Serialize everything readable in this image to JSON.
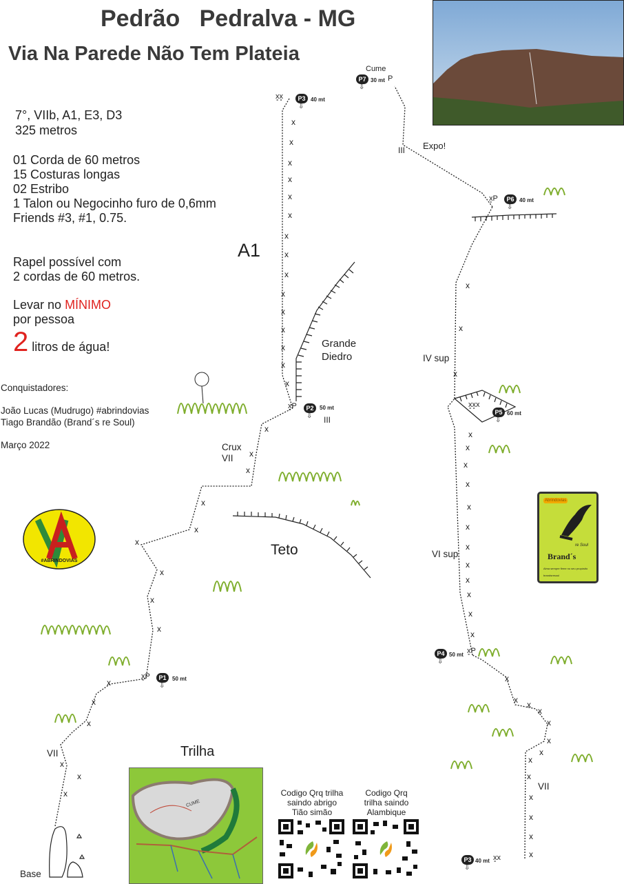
{
  "header": {
    "title": "Pedrão   Pedralva - MG",
    "subtitle": "Via Na Parede Não Tem Plateia"
  },
  "info": {
    "grade": "7°, VIIb, A1, E3, D3",
    "length": "325 metros",
    "gear": [
      "01 Corda de 60 metros",
      "15 Costuras longas",
      "02 Estribo",
      "1 Talon ou Negocinho furo de 0,6mm",
      "Friends #3, #1, 0.75."
    ],
    "rappel": [
      "Rapel possível com",
      "2 cordas de 60 metros."
    ],
    "water_prefix": "Levar no ",
    "water_min": "MÍNIMO",
    "water_line2": "por pessoa",
    "water_big": "2",
    "water_rest": " litros de água!",
    "conquerors_label": "Conquistadores:",
    "conquerors": [
      "João Lucas (Mudrugo) #abrindovias",
      "Tiago Brandão (Brand´s re Soul)"
    ],
    "date": "Março 2022"
  },
  "route_labels": {
    "a1": "A1",
    "grande_diedro": [
      "Grande",
      "Diedro"
    ],
    "cume": "Cume",
    "expo": "Expo!",
    "iii_top": "III",
    "iii_p2": "III",
    "crux": [
      "Crux",
      "VII"
    ],
    "teto": "Teto",
    "iv_sup": "IV sup",
    "vi_sup": "VI sup",
    "vii_left": "VII",
    "vii_right": "VII",
    "base": "Base"
  },
  "belays": [
    {
      "id": "P1",
      "len": "50 mt"
    },
    {
      "id": "P2",
      "len": "50 mt"
    },
    {
      "id": "P3",
      "len": "40 mt"
    },
    {
      "id": "P3b",
      "label": "P3",
      "len": "40 mt"
    },
    {
      "id": "P4",
      "len": "50 mt"
    },
    {
      "id": "P5",
      "len": "60 mt"
    },
    {
      "id": "P6",
      "len": "40 mt"
    },
    {
      "id": "P7",
      "len": "30 mt"
    }
  ],
  "trilha": {
    "title": "Trilha",
    "map_label": "CUME",
    "qr1": [
      "Codigo Qrq trilha",
      "saindo abrigo",
      "Tião simão"
    ],
    "qr2": [
      "Codigo Qrq",
      "trilha saindo",
      "Alambique"
    ]
  },
  "logos": {
    "abrindovias": "#ABRINDOVIAS",
    "brands_small": "re Soul",
    "brands_main": "Brand´s",
    "brands_tag": "Abrindovias",
    "brands_motto": "Alma sempre firme no seu propósito",
    "brands_handle": "brandsresoul"
  },
  "colors": {
    "accent_red": "#e0231f",
    "vegetation": "#7fae2e",
    "brands_bg": "#c5dd3a",
    "logo_yellow": "#f2e600"
  }
}
